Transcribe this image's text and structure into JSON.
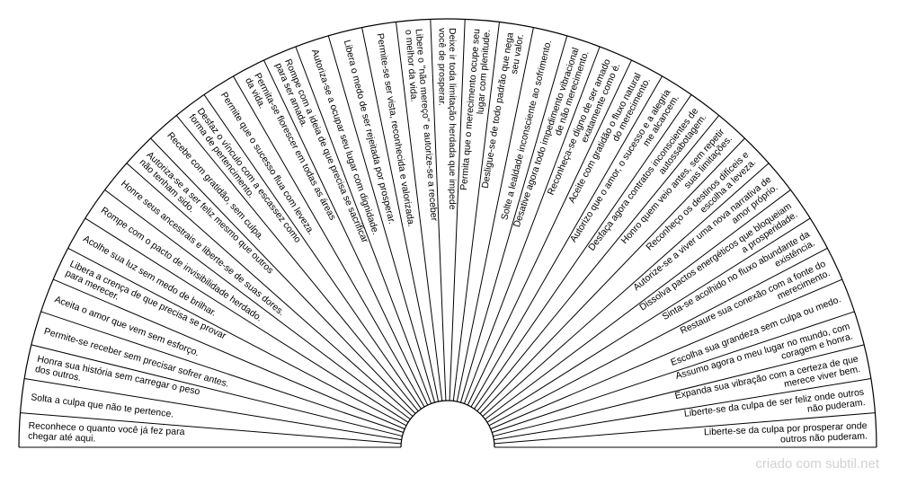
{
  "diagram": {
    "type": "radial-fan-chart",
    "line_color": "#000000",
    "background": "#ffffff",
    "segments": [
      [
        "Reconhece o quanto você já fez para",
        "chegar até aqui."
      ],
      [
        "Solta a culpa que não te pertence."
      ],
      [
        "Honra sua história sem carregar o peso",
        "dos outros."
      ],
      [
        "Permite-se receber sem precisar sofrer antes."
      ],
      [
        "Aceita o amor que vem sem esforço."
      ],
      [
        "Libera a crença de que precisa se provar",
        "para merecer."
      ],
      [
        "Acolhe sua luz sem medo de brilhar."
      ],
      [
        "Rompe com o pacto de invisibilidade herdado."
      ],
      [
        "Honre seus ancestrais e liberte-se de suas dores."
      ],
      [
        "Autoriza-se a ser feliz mesmo que outros",
        "não tenham sido."
      ],
      [
        "Recebe com gratidão, sem culpa."
      ],
      [
        "Desfaz o vínculo com a escassez como",
        "forma de pertencimento."
      ],
      [
        "Permite que o sucesso flua com leveza."
      ],
      [
        "Permita-se florescer em todas as áreas",
        "da vida."
      ],
      [
        "Rompe com a ideia de que precisa se sacrificar",
        "para ser amada."
      ],
      [
        "Autoriza-se a ocupar seu lugar com dignidade."
      ],
      [
        "Libera o medo de ser rejeitada por prosperar."
      ],
      [
        "Permite-se ser vista, reconhecida e valorizada."
      ],
      [
        "Libere o \"não mereço\" e autorize-se a receber",
        "o melhor da vida."
      ],
      [
        "Deixe ir toda limitação herdada que impede",
        "você de prosperar."
      ],
      [
        "Permita que o merecimento ocupe seu",
        "lugar com plenitude."
      ],
      [
        "Desligue-se de todo padrão que nega",
        "seu valor."
      ],
      [
        "Solte a lealdade inconsciente ao sofrimento."
      ],
      [
        "Desative agora todo impedimento vibracional",
        "de não merecimento."
      ],
      [
        "Reconheça-se digno de ser amado",
        "exatamente como é."
      ],
      [
        "Aceite com gratidão o fluxo natural",
        "do merecimento."
      ],
      [
        "Autorizo que o amor, o sucesso e a alegria",
        "me alcancem."
      ],
      [
        "Desfaça agora contratos inconscientes de",
        "autossabotagem."
      ],
      [
        "Honro quem veio antes, sem repetir",
        "suas limitações."
      ],
      [
        "Reconheço os destinos difíceis e",
        "escolha a leveza."
      ],
      [
        "Autorize-se a viver uma nova narrativa de",
        "amor próprio."
      ],
      [
        "Dissolva pactos energéticos que bloqueiam",
        "a prosperidade."
      ],
      [
        "Sinta-se acolhido no fluxo abundante da",
        "existência."
      ],
      [
        "Restaure sua conexão com a fonte do",
        "merecimento."
      ],
      [
        "Escolha sua grandeza sem culpa ou medo."
      ],
      [
        "Assumo agora o meu lugar no mundo, com",
        "coragem e honra."
      ],
      [
        "Expanda sua vibração com a certeza de que",
        "merece viver bem."
      ],
      [
        "Liberte-se da culpa de ser feliz onde outros",
        "não puderam."
      ],
      [
        "Liberte-se da culpa por prosperar onde",
        "outros não puderam."
      ]
    ]
  },
  "footer": {
    "credit": "criado com subtil.net"
  }
}
